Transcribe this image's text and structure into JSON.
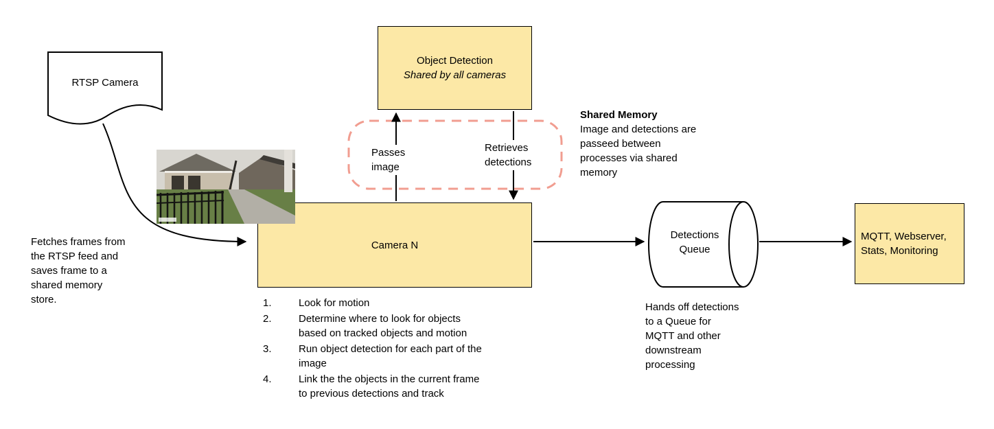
{
  "colors": {
    "node_fill": "#fce8a6",
    "node_stroke": "#000000",
    "dashed_border": "#f19d90",
    "arrow": "#000000"
  },
  "nodes": {
    "rtsp_camera": {
      "label": "RTSP Camera"
    },
    "object_detection": {
      "title": "Object Detection",
      "subtitle": "Shared by all cameras"
    },
    "camera_n": {
      "label": "Camera N"
    },
    "detections_queue": {
      "label": "Detections\nQueue"
    },
    "outputs": {
      "label": "MQTT, Webserver,\nStats, Monitoring"
    }
  },
  "edges": {
    "passes_image": {
      "label": "Passes\nimage"
    },
    "retrieves_detections": {
      "label": "Retrieves\ndetections"
    }
  },
  "annotations": {
    "shared_memory": {
      "title": "Shared Memory",
      "body": "Image and detections are\npasseed between\nprocesses via shared\nmemory"
    },
    "fetch_note": "Fetches frames from\nthe RTSP feed and\nsaves frame to a\nshared memory\nstore.",
    "queue_note": "Hands off detections\nto a Queue for\nMQTT and other\ndownstream\nprocessing",
    "camera_steps": [
      {
        "num": "1.",
        "text": "Look for motion"
      },
      {
        "num": "2.",
        "text": "Determine where to look for objects\nbased on tracked objects and motion"
      },
      {
        "num": "3.",
        "text": "Run object detection for each part of the\nimage"
      },
      {
        "num": "4.",
        "text": "Link the the objects in the current frame\nto previous detections and track"
      }
    ]
  }
}
